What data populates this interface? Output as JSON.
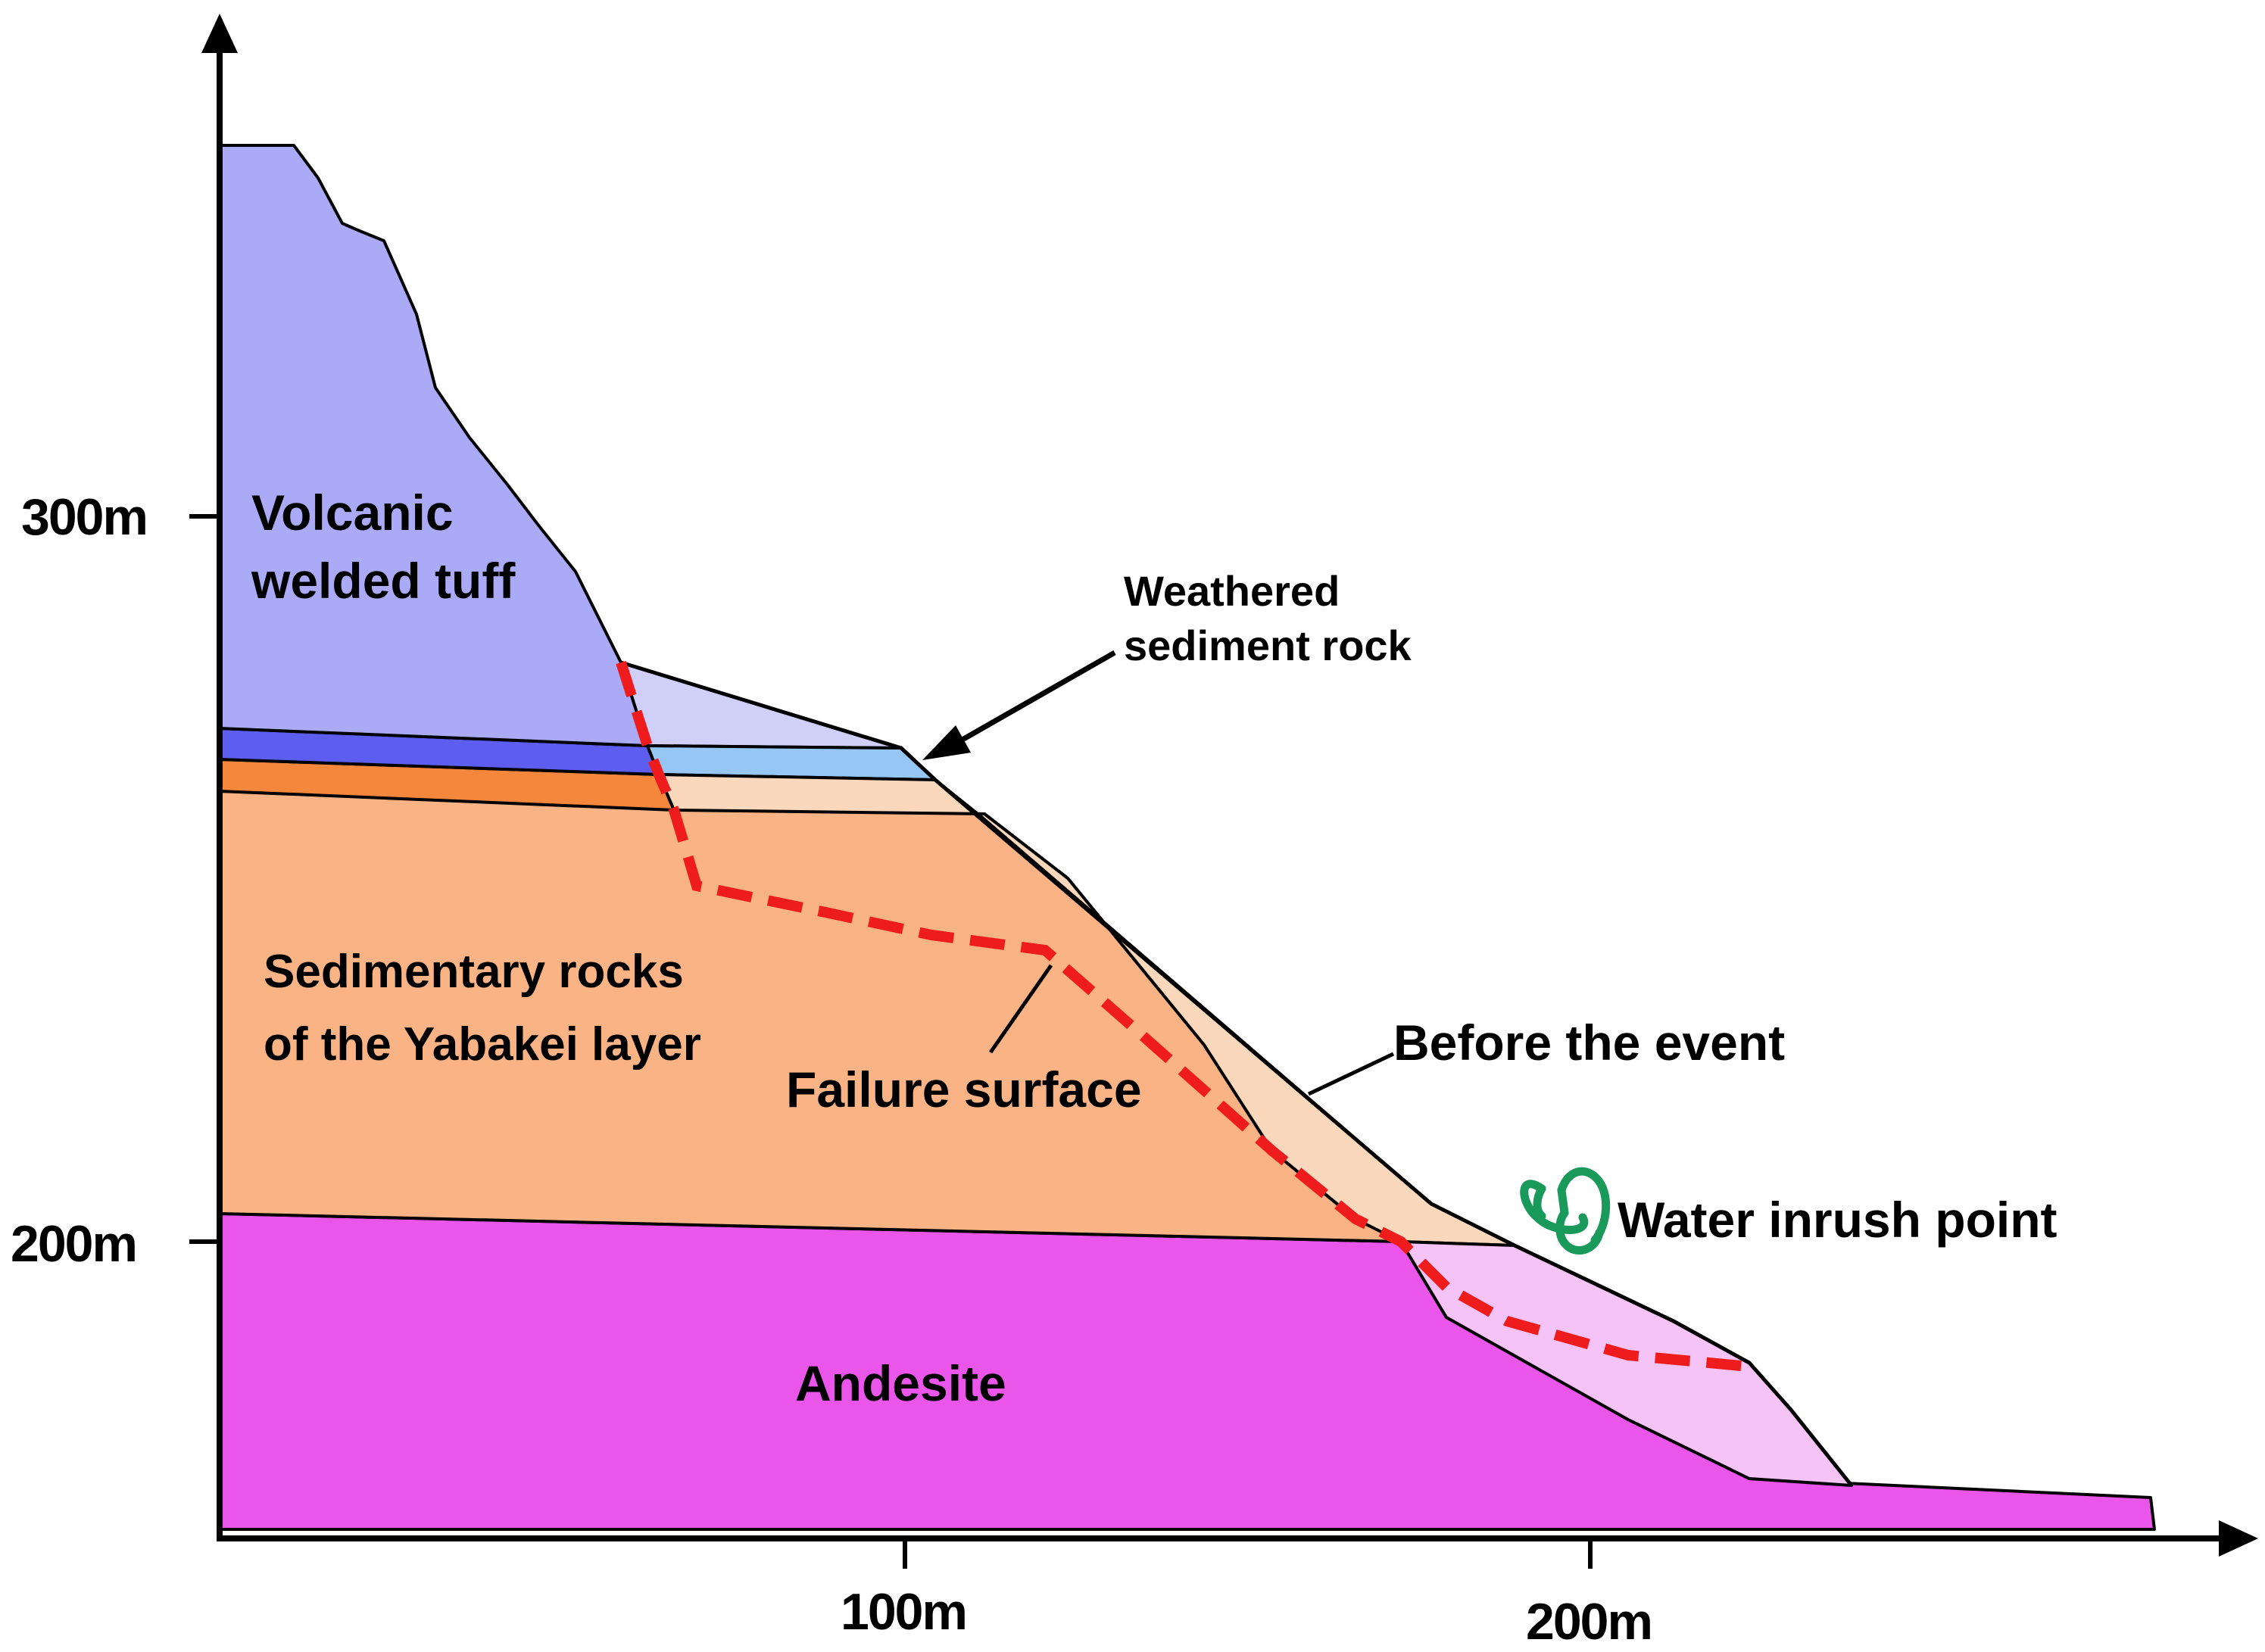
{
  "axes": {
    "y_ticks": [
      {
        "label": "300m",
        "value": 300
      },
      {
        "label": "200m",
        "value": 200
      }
    ],
    "x_ticks": [
      {
        "label": "100m",
        "value": 100
      },
      {
        "label": "200m",
        "value": 200
      }
    ]
  },
  "labels": {
    "tuff_line1": "Volcanic",
    "tuff_line2": "welded tuff",
    "weathered_line1": "Weathered",
    "weathered_line2": "sediment rock",
    "sed_line1": "Sedimentary rocks",
    "sed_line2": "of the Yabakei layer",
    "failure": "Failure surface",
    "before": "Before the event",
    "water": "Water inrush point",
    "andesite": "Andesite"
  },
  "colors": {
    "tuff": "#aaaaf6",
    "tuff_dark_band": "#5d5df0",
    "tuff_pre_event": "#cfcff7",
    "weathered_pre_event": "#96c6f4",
    "orange_band": "#f4873c",
    "sediment": "#f9b384",
    "sediment_pre_event": "#fbd7bc",
    "andesite": "#ea55ea",
    "andesite_pre_event": "#f6c3f6",
    "failure_line": "#ee1c1c",
    "water_icon": "#1a9a5a"
  },
  "icons": {
    "water_point": "water-spring-icon",
    "weathered_pointer": "arrow-icon"
  }
}
